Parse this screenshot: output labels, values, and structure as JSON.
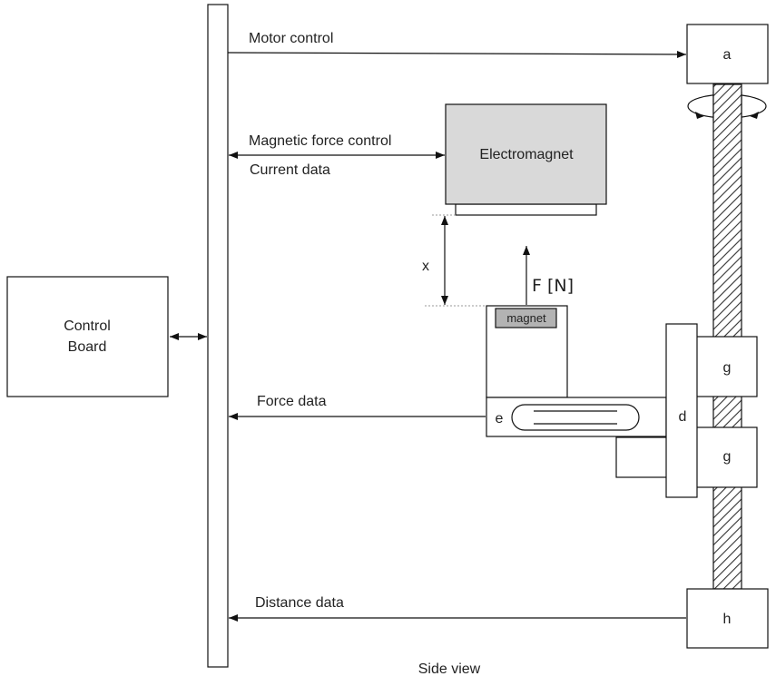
{
  "labels": {
    "motor_control": "Motor control",
    "magnetic_force_control": "Magnetic force control",
    "current_data": "Current data",
    "electromagnet": "Electromagnet",
    "control_board_line1": "Control",
    "control_board_line2": "Board",
    "x": "x",
    "force": "F [N]",
    "magnet": "magnet",
    "force_data": "Force data",
    "distance_data": "Distance data",
    "a": "a",
    "d": "d",
    "e": "e",
    "g_upper": "g",
    "g_lower": "g",
    "h": "h",
    "caption": "Side view"
  },
  "colors": {
    "electromagnet_fill": "#d9d9d9",
    "magnet_fill": "#b3b3b3",
    "stroke": "#111111"
  }
}
